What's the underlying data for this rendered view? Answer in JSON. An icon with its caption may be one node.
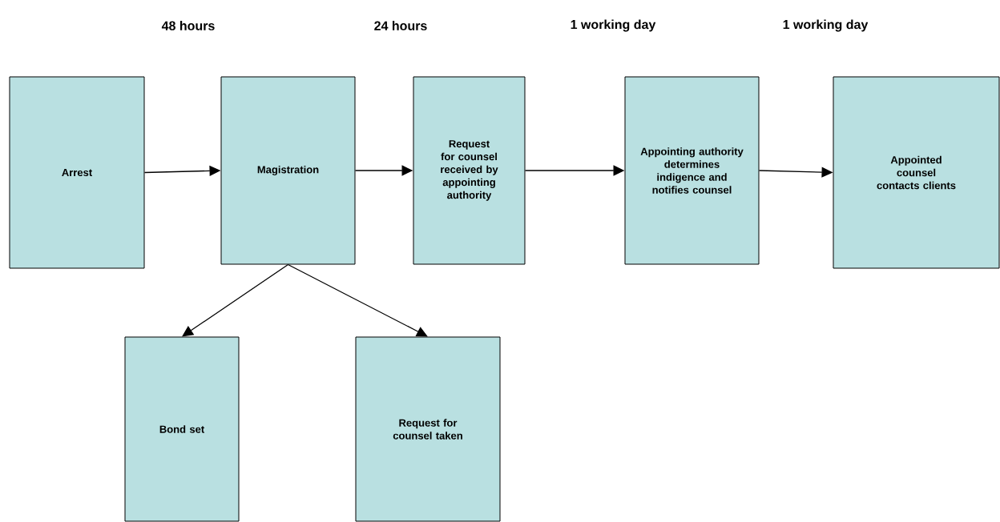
{
  "diagram": {
    "nodes": [
      {
        "text": [
          "Arrest"
        ]
      },
      {
        "text": [
          "Magistration"
        ]
      },
      {
        "text": [
          "Request for counsel received by appointing authority"
        ]
      },
      {
        "text": [
          "Appointing authority determines indigence and notifies counsel"
        ]
      },
      {
        "text": [
          "Appointed counsel contacts clients"
        ]
      },
      {
        "text": [
          "Bond set"
        ]
      },
      {
        "text": [
          "Request for counsel taken"
        ]
      }
    ],
    "edges": [
      {
        "from": 0,
        "to": 1,
        "arrow": "to"
      },
      {
        "from": 1,
        "to": 2,
        "arrow": "to"
      },
      {
        "from": 2,
        "to": 3,
        "arrow": "to"
      },
      {
        "from": 3,
        "to": 4,
        "arrow": "to"
      },
      {
        "from": 1,
        "to": 5,
        "arrow": "to"
      },
      {
        "from": 1,
        "to": 6,
        "arrow": "to"
      }
    ],
    "labels": [
      "48 hours",
      "24 hours",
      "1 working day",
      "1 working day"
    ]
  }
}
